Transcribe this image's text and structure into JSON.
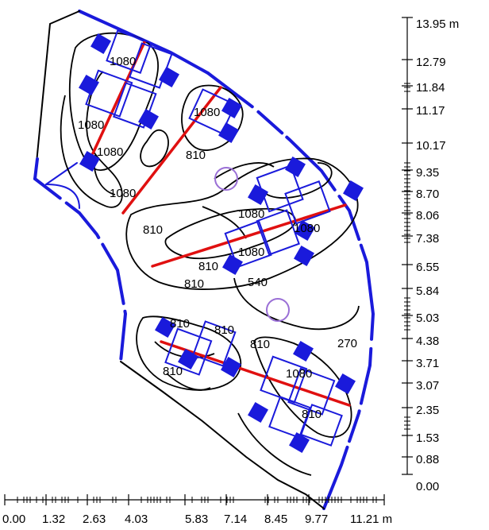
{
  "colors": {
    "walls": "#1a1adb",
    "contours": "#000000",
    "tracks": "#e01010",
    "columns": "#9a6fd6",
    "luminaires": "#1a1adb"
  },
  "scale_x": {
    "unit": "m",
    "ticks": [
      "0.00",
      "1.32",
      "2.63",
      "4.03",
      "5.83",
      "7.14",
      "8.45",
      "9.77",
      "11.21 m"
    ]
  },
  "scale_y": {
    "unit": "m",
    "ticks": [
      "13.95 m",
      "12.79",
      "11.84",
      "11.17",
      "10.17",
      "9.35",
      "8.70",
      "8.06",
      "7.38",
      "6.55",
      "5.84",
      "5.03",
      "4.38",
      "3.71",
      "3.07",
      "2.35",
      "1.53",
      "0.88",
      "0.00"
    ]
  },
  "contour_labels": [
    "1080",
    "1080",
    "1080",
    "1080",
    "1080",
    "810",
    "810",
    "1080",
    "1080",
    "1080",
    "810",
    "540",
    "810",
    "810",
    "810",
    "810",
    "1080",
    "270",
    "810",
    "810"
  ]
}
